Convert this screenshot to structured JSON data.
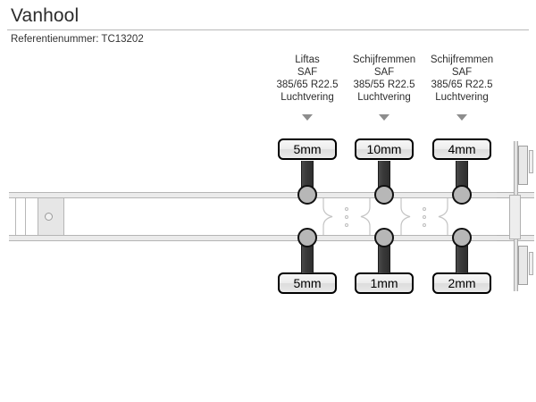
{
  "header": {
    "title": "Vanhool",
    "reference_label": "Referentienummer:",
    "reference_value": "TC13202",
    "reference_line": "Referentienummer: TC13202"
  },
  "diagram": {
    "type": "trailer-axle-tread-diagram",
    "vehicle": "Vanhool",
    "axles": [
      {
        "index": 1,
        "type": "Liftas",
        "brand": "SAF",
        "tire_size": "385/65 R22.5",
        "suspension": "Luchtvering",
        "tread_top": "5mm",
        "tread_bottom": "5mm",
        "marker": "down-arrow"
      },
      {
        "index": 2,
        "type": "Schijfremmen",
        "brand": "SAF",
        "tire_size": "385/55 R22.5",
        "suspension": "Luchtvering",
        "tread_top": "10mm",
        "tread_bottom": "1mm",
        "marker": "down-arrow"
      },
      {
        "index": 3,
        "type": "Schijfremmen",
        "brand": "SAF",
        "tire_size": "385/65 R22.5",
        "suspension": "Luchtvering",
        "tread_top": "4mm",
        "tread_bottom": "2mm",
        "marker": "down-arrow"
      }
    ],
    "colors": {
      "background": "#ffffff",
      "chassis_line": "#b5b5b5",
      "chassis_fill": "#ebebeb",
      "axle_bar": "#3a3a3a",
      "wheel_hub": "#b7b7b7",
      "box_border": "#000000",
      "box_fill": "#ededed",
      "arrow": "#8d8d8d",
      "title_text": "#2b2b2b"
    }
  }
}
